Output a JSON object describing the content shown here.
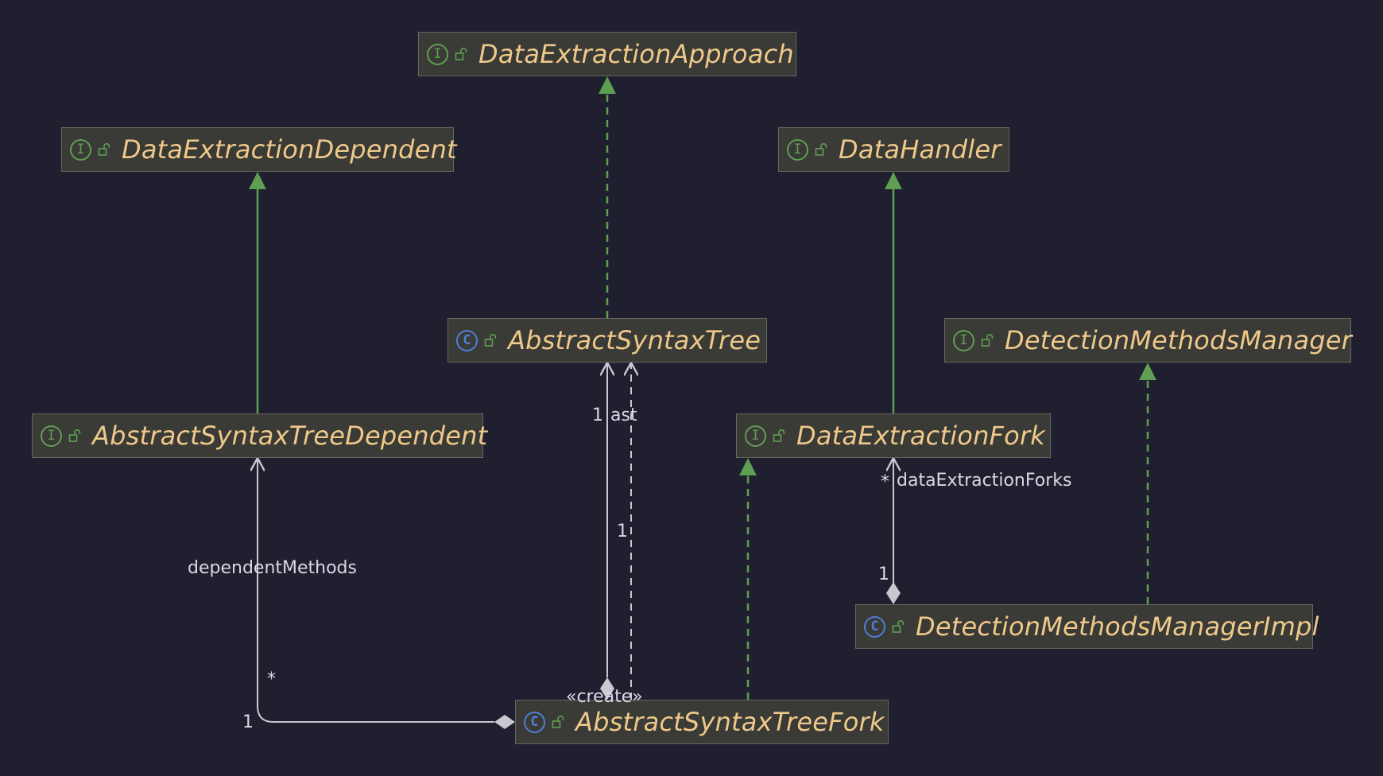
{
  "colors": {
    "background": "#1f1f30",
    "node_fill": "#3a3a36",
    "node_border": "#67675f",
    "class_name": "#efc98a",
    "interface_icon": "#5e9f51",
    "class_icon": "#4f7fd8",
    "realization_edge": "#5e9f51",
    "association_edge": "#c8c8d0",
    "edge_label": "#d8d8e6"
  },
  "icons": {
    "interface": "I",
    "class": "C",
    "visibility": "unlocked-padlock"
  },
  "nodes": {
    "data_extraction_approach": {
      "name": "DataExtractionApproach",
      "kind": "interface"
    },
    "data_extraction_dependent": {
      "name": "DataExtractionDependent",
      "kind": "interface"
    },
    "data_handler": {
      "name": "DataHandler",
      "kind": "interface"
    },
    "abstract_syntax_tree": {
      "name": "AbstractSyntaxTree",
      "kind": "class"
    },
    "detection_methods_manager": {
      "name": "DetectionMethodsManager",
      "kind": "interface"
    },
    "abstract_syntax_tree_dependent": {
      "name": "AbstractSyntaxTreeDependent",
      "kind": "interface"
    },
    "data_extraction_fork": {
      "name": "DataExtractionFork",
      "kind": "interface"
    },
    "detection_methods_manager_impl": {
      "name": "DetectionMethodsManagerImpl",
      "kind": "class"
    },
    "abstract_syntax_tree_fork": {
      "name": "AbstractSyntaxTreeFork",
      "kind": "class"
    }
  },
  "edges": [
    {
      "from": "AbstractSyntaxTree",
      "to": "DataExtractionApproach",
      "type": "implements"
    },
    {
      "from": "AbstractSyntaxTreeDependent",
      "to": "DataExtractionDependent",
      "type": "extends"
    },
    {
      "from": "DataExtractionFork",
      "to": "DataHandler",
      "type": "extends"
    },
    {
      "from": "DetectionMethodsManagerImpl",
      "to": "DetectionMethodsManager",
      "type": "implements"
    },
    {
      "from": "AbstractSyntaxTreeFork",
      "to": "DataExtractionFork",
      "type": "implements"
    },
    {
      "from": "AbstractSyntaxTreeFork",
      "to": "AbstractSyntaxTree",
      "type": "composition"
    },
    {
      "from": "AbstractSyntaxTreeFork",
      "to": "AbstractSyntaxTree",
      "type": "dependency"
    },
    {
      "from": "AbstractSyntaxTreeFork",
      "to": "AbstractSyntaxTreeDependent",
      "type": "composition"
    },
    {
      "from": "DetectionMethodsManagerImpl",
      "to": "DataExtractionFork",
      "type": "composition"
    }
  ],
  "edge_labels": {
    "ast_multiplicity": "1",
    "ast_role": "ast",
    "ast_owner_multiplicity": "1",
    "create_stereotype": "«create»",
    "dependent_role": "dependentMethods",
    "dependent_multiplicity": "*",
    "dependent_owner_multiplicity": "1",
    "forks_multiplicity": "*",
    "forks_role": "dataExtractionForks",
    "forks_owner_multiplicity": "1"
  }
}
